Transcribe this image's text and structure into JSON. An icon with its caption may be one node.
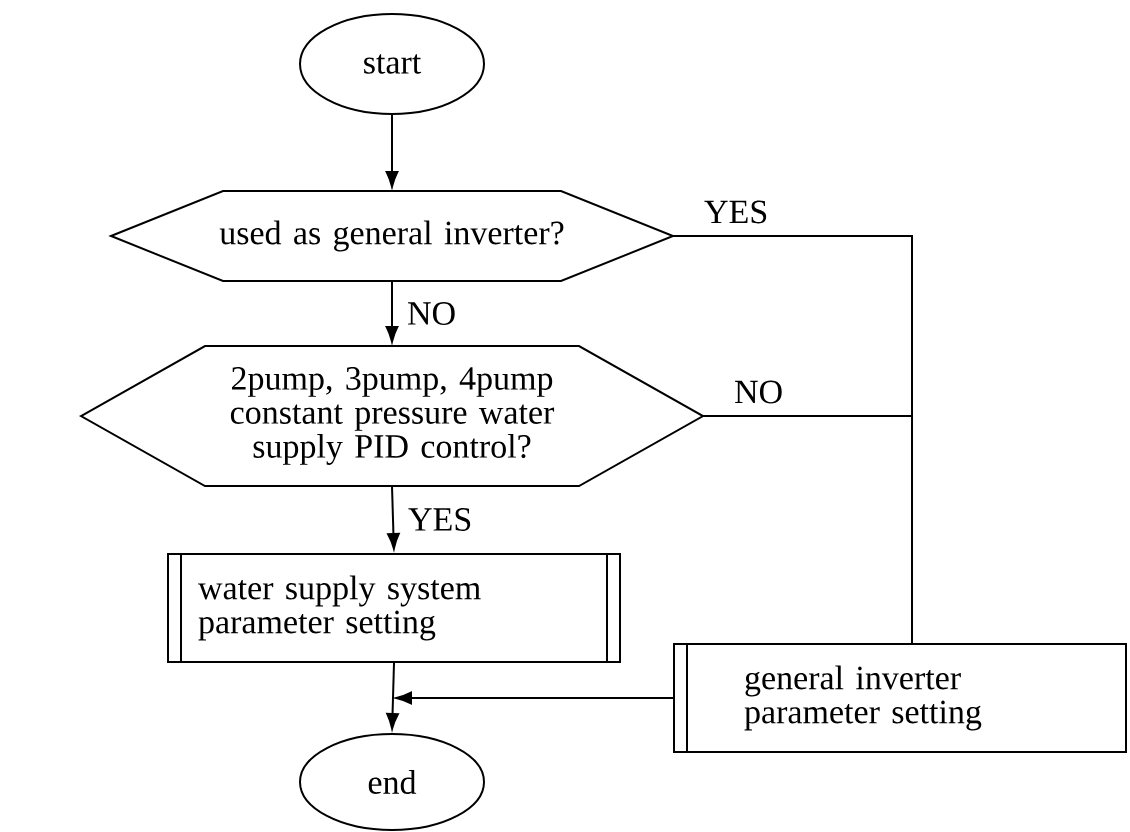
{
  "diagram": {
    "nodes": [
      {
        "text": [
          "start"
        ]
      },
      {
        "text": [
          "used as general inverter?"
        ]
      },
      {
        "text": [
          "2pump, 3pump, 4pump constant pressure water supply PID control?"
        ]
      },
      {
        "text": [
          "water supply system parameter setting"
        ]
      },
      {
        "text": [
          "general inverter parameter setting"
        ]
      },
      {
        "text": [
          "end"
        ]
      }
    ],
    "edges": [
      {
        "from": 0,
        "to": 1,
        "arrow": "to"
      },
      {
        "from": 1,
        "to": 2,
        "arrow": "to",
        "label": "NO"
      },
      {
        "from": 1,
        "to": 4,
        "arrow": "none",
        "label": "YES"
      },
      {
        "from": 2,
        "to": 4,
        "arrow": "none",
        "label": "NO"
      },
      {
        "from": 2,
        "to": 3,
        "arrow": "to",
        "label": "YES"
      },
      {
        "from": 3,
        "to": 5,
        "arrow": "to"
      },
      {
        "from": 4,
        "to": 5,
        "arrow": "to"
      }
    ]
  }
}
